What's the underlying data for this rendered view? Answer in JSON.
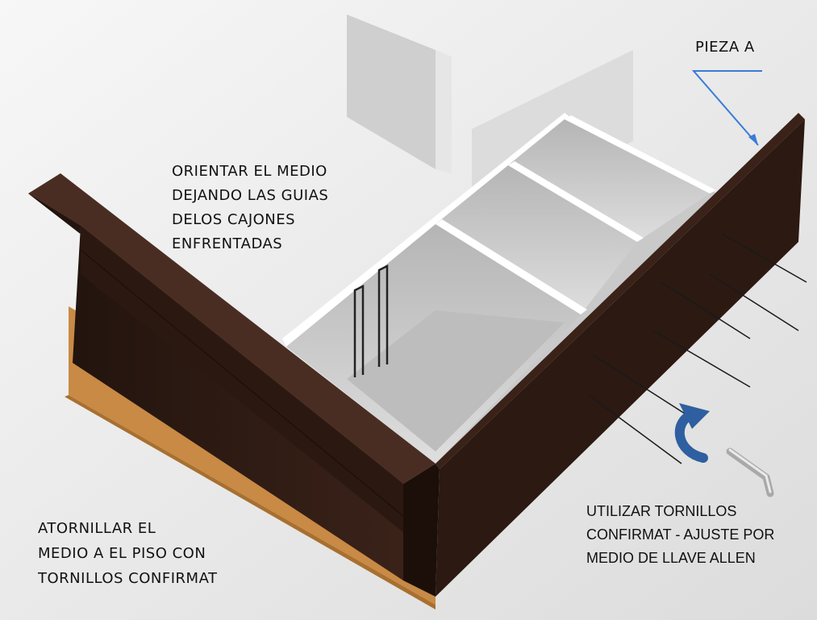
{
  "labels": {
    "pieza_a": "PIEZA A",
    "orientar": [
      "ORIENTAR EL MEDIO",
      "DEJANDO LAS GUIAS",
      "DELOS CAJONES",
      "ENFRENTADAS"
    ],
    "atornillar": [
      "ATORNILLAR EL",
      "MEDIO A EL PISO CON",
      "TORNILLOS  CONFIRMAT"
    ],
    "utilizar": [
      "UTILIZAR TORNILLOS",
      "CONFIRMAT - AJUSTE POR",
      "MEDIO DE LLAVE ALLEN"
    ]
  },
  "colors": {
    "background": "#ededed",
    "dark_panel": "#2b1912",
    "white_panel": "#f3f3f3",
    "floor_board": "#c88a45",
    "arrow": "#2e5fa0",
    "leader_line": "#3a7bd5"
  },
  "icons": {
    "rotation_arrow": "curved-arrow-icon",
    "allen_key": "allen-key-icon"
  }
}
